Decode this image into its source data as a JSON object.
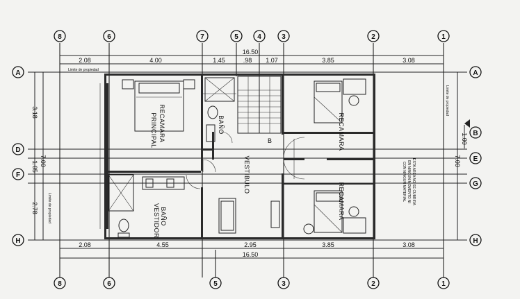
{
  "drawing": {
    "axes_top": [
      "8",
      "6",
      "7",
      "5",
      "4",
      "3",
      "2",
      "1"
    ],
    "axes_bottom": [
      "8",
      "6",
      "5",
      "3",
      "2",
      "1"
    ],
    "axes_left": [
      "A",
      "D",
      "F",
      "H"
    ],
    "axes_right": [
      "A",
      "B",
      "E",
      "G",
      "H"
    ],
    "dims_top_total": "16.50",
    "dims_top": [
      "2.08",
      "4.00",
      "1.45",
      ".98",
      "1.07",
      "3.85",
      "3.08"
    ],
    "dims_bottom": [
      "2.08",
      "4.55",
      "2.95",
      "3.85",
      "3.08"
    ],
    "dims_bottom_total": "16.50",
    "dims_left": [
      "3.18",
      "1.05",
      "2.78"
    ],
    "dims_left_total": "7.00",
    "dims_right": [
      "7.00",
      "1.00"
    ],
    "rooms": {
      "master_bedroom": [
        "RECAMARA",
        "PRINCIPAL"
      ],
      "bath": "BAÑO",
      "bath_closet": [
        "BAÑO",
        "VESTIDOR"
      ],
      "hall": "VESTIBULO",
      "bedroom_top": "RECAMARA",
      "bedroom_bottom": "RECAMARA"
    },
    "notes": {
      "property_limit": "Limite de propiedad",
      "stair_mark": "B",
      "open_area": [
        "ESTA AREA NO SE CUBRIRA",
        "EN NINGUN MOMENTO NI",
        "CON NINGUN MATERIAL"
      ]
    }
  }
}
